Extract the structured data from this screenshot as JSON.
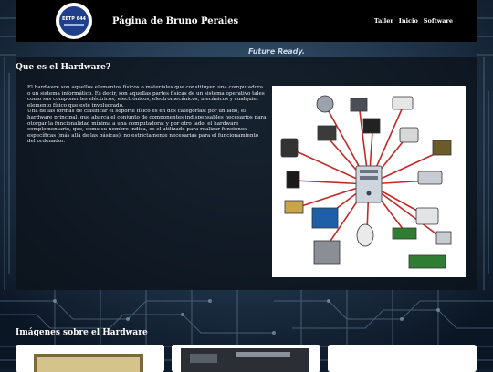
{
  "header": {
    "logo_text": "EETP 644",
    "title": "Página de Bruno Perales",
    "nav": [
      "Taller",
      "Inicio",
      "Software"
    ]
  },
  "banner": {
    "slogan": "Future Ready."
  },
  "main": {
    "section_title": "Que es el Hardware?",
    "paragraph_1": "El hardware son aquellos elementos físicos o materiales que constituyen una computadora o un sistema informático. Es decir, son aquellas partes físicas de un sistema operativo tales como sus componentes eléctricos, electrónicos, electromecánicos, mecánicos y cualquier elemento físico que esté involucrado.",
    "paragraph_2": "Una de las formas de clasificar el soporte físico es en dos categorías: por un lado, el hardware principal, que abarca el conjunto de componentes indispensables necesarios para otorgar la funcionalidad mínima a una computadora; y por otro lado, el hardware complementario, que, como su nombre indica, es el utilizado para realizar funciones específicas (más allá de las básicas), no estrictamente necesarias para el funcionamiento del ordenador."
  },
  "gallery": {
    "section_title": "Imágenes sobre el Hardware"
  },
  "colors": {
    "header_bg": "#000000",
    "arrow": "#c62828",
    "panel_bg": "#0c121a"
  }
}
